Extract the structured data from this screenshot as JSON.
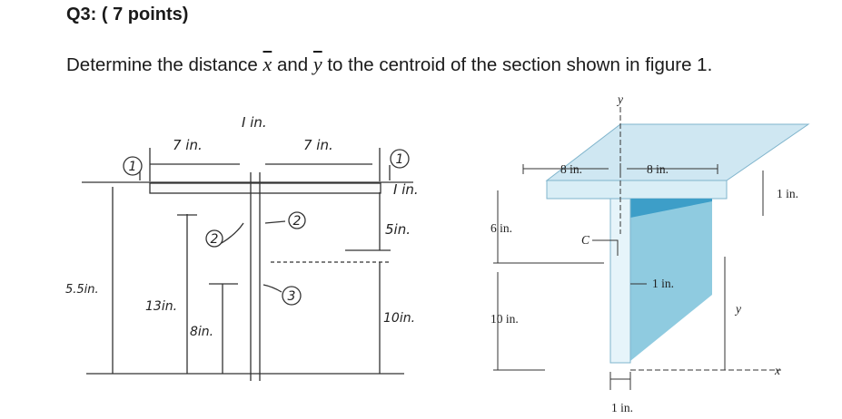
{
  "question": {
    "title": "Q3: ( 7 points)",
    "text_before": "Determine the distance ",
    "x_bar": "x",
    "text_and": " and ",
    "y_bar": "y",
    "text_after": " to the centroid of the section shown in figure 1."
  },
  "left_figure": {
    "dim_top_web": "I in.",
    "dim_left_flange": "7 in.",
    "dim_right_flange": "7 in.",
    "dim_flange_thickness": "I in.",
    "dim_5in": "5in.",
    "dim_55in": "5.5in.",
    "dim_13in": "13in.",
    "dim_8in": "8in.",
    "dim_10in": "10in.",
    "markers": [
      "1",
      "1",
      "2",
      "2",
      "3"
    ]
  },
  "right_figure": {
    "axis_y": "y",
    "axis_x": "x",
    "dim_8in_left": "8 in.",
    "dim_8in_right": "8 in.",
    "dim_flange": "1 in.",
    "dim_6in": "6 in.",
    "dim_10in": "10 in.",
    "label_C": "C",
    "dim_web_mid": "1 in.",
    "label_ybar": "y",
    "dim_web_bottom": "1 in.",
    "colors": {
      "light": "#cfe7f2",
      "medium": "#8fcbe0",
      "dark": "#3d9ec8"
    }
  }
}
